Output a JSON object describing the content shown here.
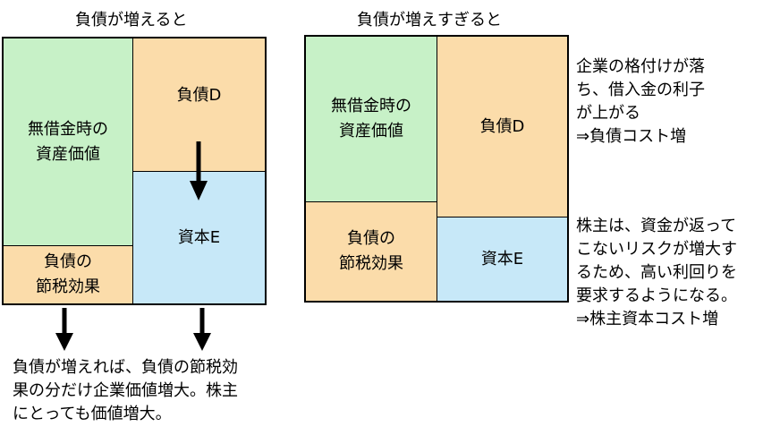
{
  "left": {
    "title": "負債が増えると",
    "asset_value": "無借金時の\n資産価値",
    "debt": "負債D",
    "equity": "資本E",
    "tax_shield": "負債の\n節税効果",
    "note": "負債が増えれば、負債の節税効\n果の分だけ企業価値増大。株主\nにとっても価値増大。"
  },
  "right": {
    "title": "負債が増えすぎると",
    "asset_value": "無借金時の\n資産価値",
    "debt": "負債D",
    "equity": "資本E",
    "tax_shield": "負債の\n節税効果",
    "note_debt": "企業の格付けが落\nち、借入金の利子\nが上がる\n⇒負債コスト増",
    "note_equity": "株主は、資金が返って\nこないリスクが増大す\nるため、高い利回りを\n要求するようになる。\n⇒株主資本コスト増"
  },
  "colors": {
    "asset": "#c7f1c7",
    "debt_tax": "#fbdcaa",
    "equity": "#c7e8f8"
  }
}
